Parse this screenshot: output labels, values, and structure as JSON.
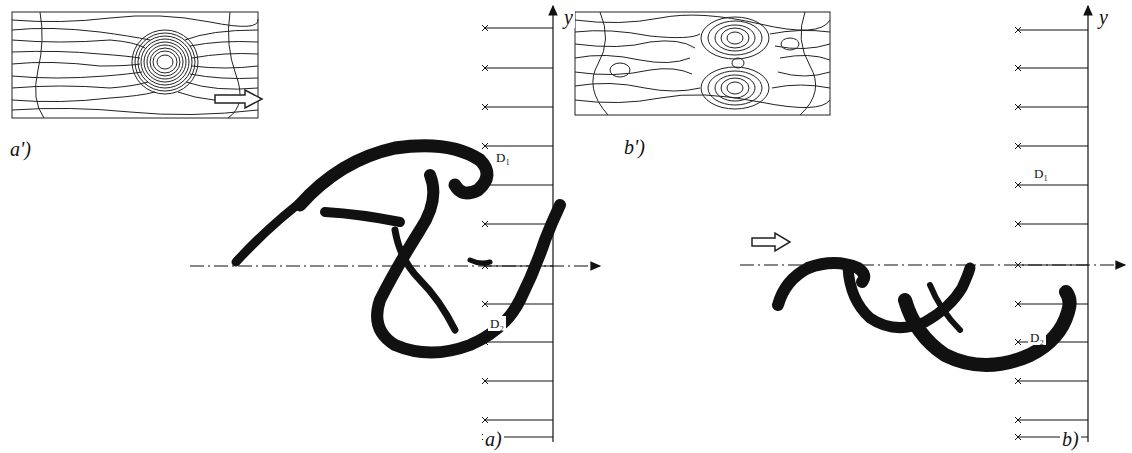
{
  "diagram": {
    "labels": [
      "a')",
      "b')",
      "y",
      "D₁",
      "D₂",
      "a)",
      "y",
      "D₁",
      "D₂",
      "b)"
    ]
  }
}
